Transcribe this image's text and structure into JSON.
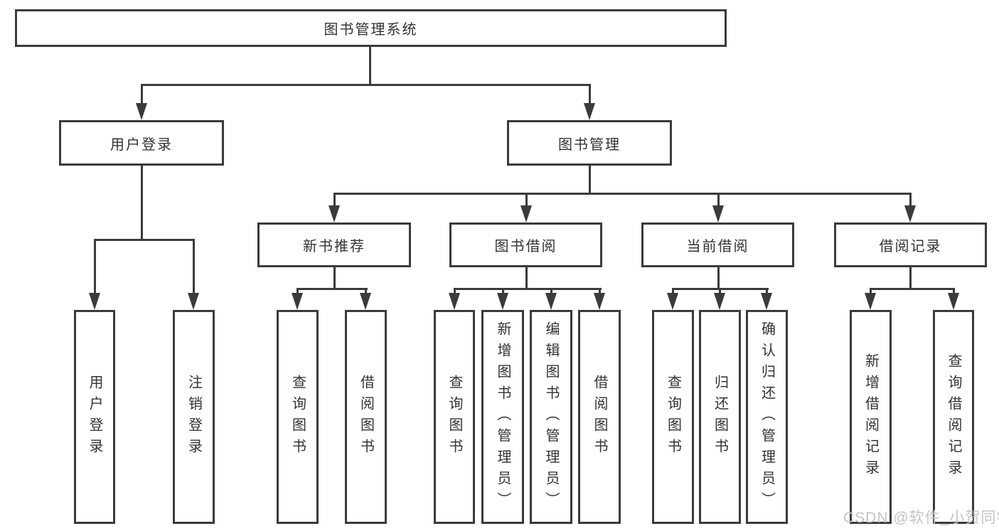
{
  "diagram": {
    "root": "图书管理系统",
    "branches": [
      {
        "label": "用户登录",
        "children": [
          {
            "label": "用户登录"
          },
          {
            "label": "注销登录"
          }
        ]
      },
      {
        "label": "图书管理",
        "children": [
          {
            "label": "新书推荐",
            "children": [
              {
                "label": "查询图书"
              },
              {
                "label": "借阅图书"
              }
            ]
          },
          {
            "label": "图书借阅",
            "children": [
              {
                "label": "查询图书"
              },
              {
                "label": "新增图书（管理员）"
              },
              {
                "label": "编辑图书（管理员）"
              },
              {
                "label": "借阅图书"
              }
            ]
          },
          {
            "label": "当前借阅",
            "children": [
              {
                "label": "查询图书"
              },
              {
                "label": "归还图书"
              },
              {
                "label": "确认归还（管理员）"
              }
            ]
          },
          {
            "label": "借阅记录",
            "children": [
              {
                "label": "新增借阅记录"
              },
              {
                "label": "查询借阅记录"
              }
            ]
          }
        ]
      }
    ],
    "watermark": "CSDN @软件_小贺同学",
    "colors": {
      "line": "#3b3b3b",
      "text": "#333333",
      "watermark": "#c4c5c9",
      "background": "#ffffff"
    }
  }
}
